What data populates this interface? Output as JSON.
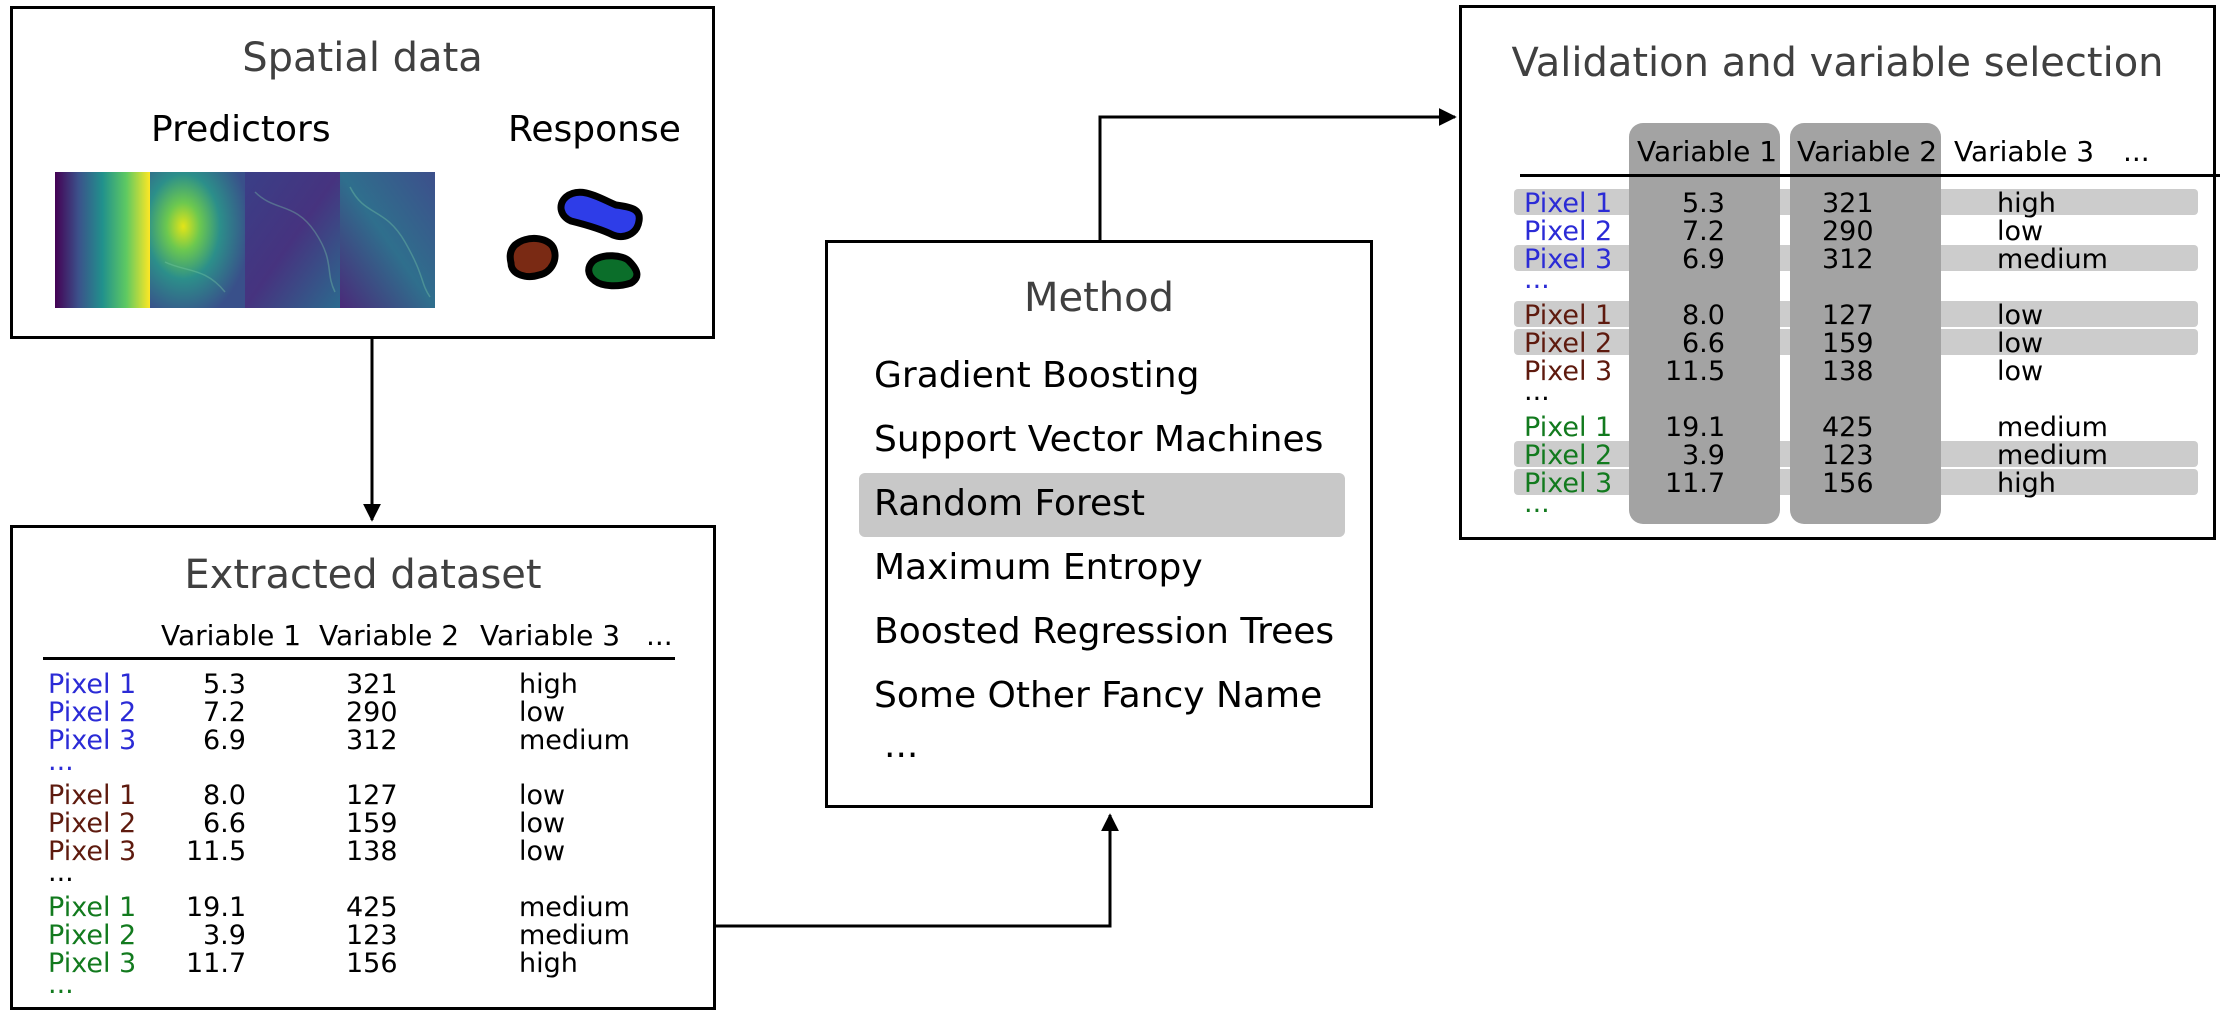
{
  "spatial": {
    "title": "Spatial data",
    "predictors_label": "Predictors",
    "response_label": "Response",
    "response_colors": [
      "#2e3de8",
      "#7a2a14",
      "#0b6e2a"
    ]
  },
  "extracted": {
    "title": "Extracted dataset",
    "columns": [
      "Variable 1",
      "Variable 2",
      "Variable 3",
      "..."
    ],
    "groups": [
      {
        "color": "#2b2bd6",
        "rows": [
          {
            "pixel": "Pixel 1",
            "v1": "5.3",
            "v2": "321",
            "v3": "high"
          },
          {
            "pixel": "Pixel 2",
            "v1": "7.2",
            "v2": "290",
            "v3": "low"
          },
          {
            "pixel": "Pixel 3",
            "v1": "6.9",
            "v2": "312",
            "v3": "medium"
          }
        ]
      },
      {
        "color": "#5e1a0e",
        "rows": [
          {
            "pixel": "Pixel 1",
            "v1": "8.0",
            "v2": "127",
            "v3": "low"
          },
          {
            "pixel": "Pixel 2",
            "v1": "6.6",
            "v2": "159",
            "v3": "low"
          },
          {
            "pixel": "Pixel 3",
            "v1": "11.5",
            "v2": "138",
            "v3": "low"
          }
        ]
      },
      {
        "color": "#127a1e",
        "rows": [
          {
            "pixel": "Pixel 1",
            "v1": "19.1",
            "v2": "425",
            "v3": "medium"
          },
          {
            "pixel": "Pixel 2",
            "v1": "3.9",
            "v2": "123",
            "v3": "medium"
          },
          {
            "pixel": "Pixel 3",
            "v1": "11.7",
            "v2": "156",
            "v3": "high"
          }
        ]
      }
    ],
    "ellipsis": "..."
  },
  "method": {
    "title": "Method",
    "items": [
      "Gradient Boosting",
      "Support Vector Machines",
      "Random Forest",
      "Maximum Entropy",
      "Boosted Regression Trees",
      "Some Other Fancy Name"
    ],
    "highlighted_item": "Random Forest",
    "ellipsis": "..."
  },
  "validation": {
    "title": "Validation and variable selection",
    "columns": [
      "Variable 1",
      "Variable 2",
      "Variable 3",
      "..."
    ],
    "selected_columns": [
      "Variable 1",
      "Variable 2"
    ],
    "ellipsis": "..."
  },
  "colors": {
    "highlight_column": "#a3a3a3",
    "highlight_row": "#cccccc",
    "method_highlight": "#c8c8c8",
    "title_text": "#404040"
  }
}
